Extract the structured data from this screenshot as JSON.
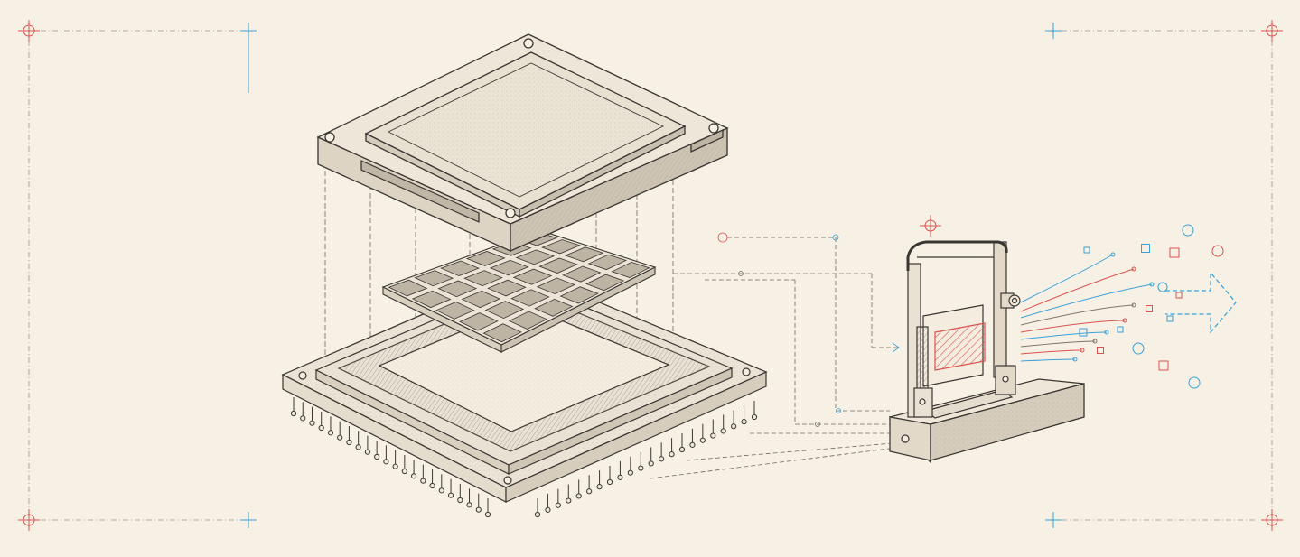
{
  "diagram": {
    "style": "technical pen-and-ink exploded isometric illustration",
    "colors": {
      "paper": "#f7f0e4",
      "ink": "#3a3632",
      "ink_light": "#7d766d",
      "accent_red": "#d9534f",
      "accent_blue": "#3aa0d8"
    },
    "components": [
      {
        "id": "heat-spreader-lid",
        "icon": "heat-spreader-lid"
      },
      {
        "id": "die-grid",
        "icon": "chip-die-grid"
      },
      {
        "id": "socket-base",
        "icon": "socket-with-pins"
      },
      {
        "id": "test-fixture",
        "icon": "measurement-fixture"
      },
      {
        "id": "signal-output",
        "icon": "data-particles-arrow"
      }
    ],
    "die_grid": {
      "rows": 5,
      "cols": 6
    },
    "socket_pins": {
      "left_edge": 22,
      "right_edge": 22
    }
  }
}
